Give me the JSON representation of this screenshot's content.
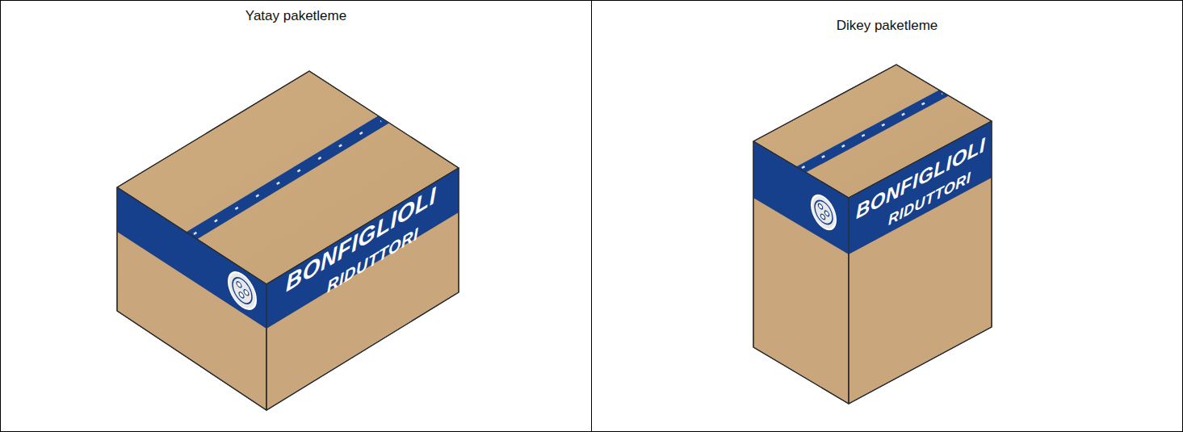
{
  "diagram": {
    "nodes": [
      {
        "text": [
          "Yatay paketleme"
        ]
      },
      {
        "text": [
          "Dikey paketleme"
        ]
      }
    ],
    "labels": [
      "BONFIGLIOLI",
      "RIDUTTORI",
      "BONFIGLIOLI",
      "RIDUTTORI"
    ]
  }
}
